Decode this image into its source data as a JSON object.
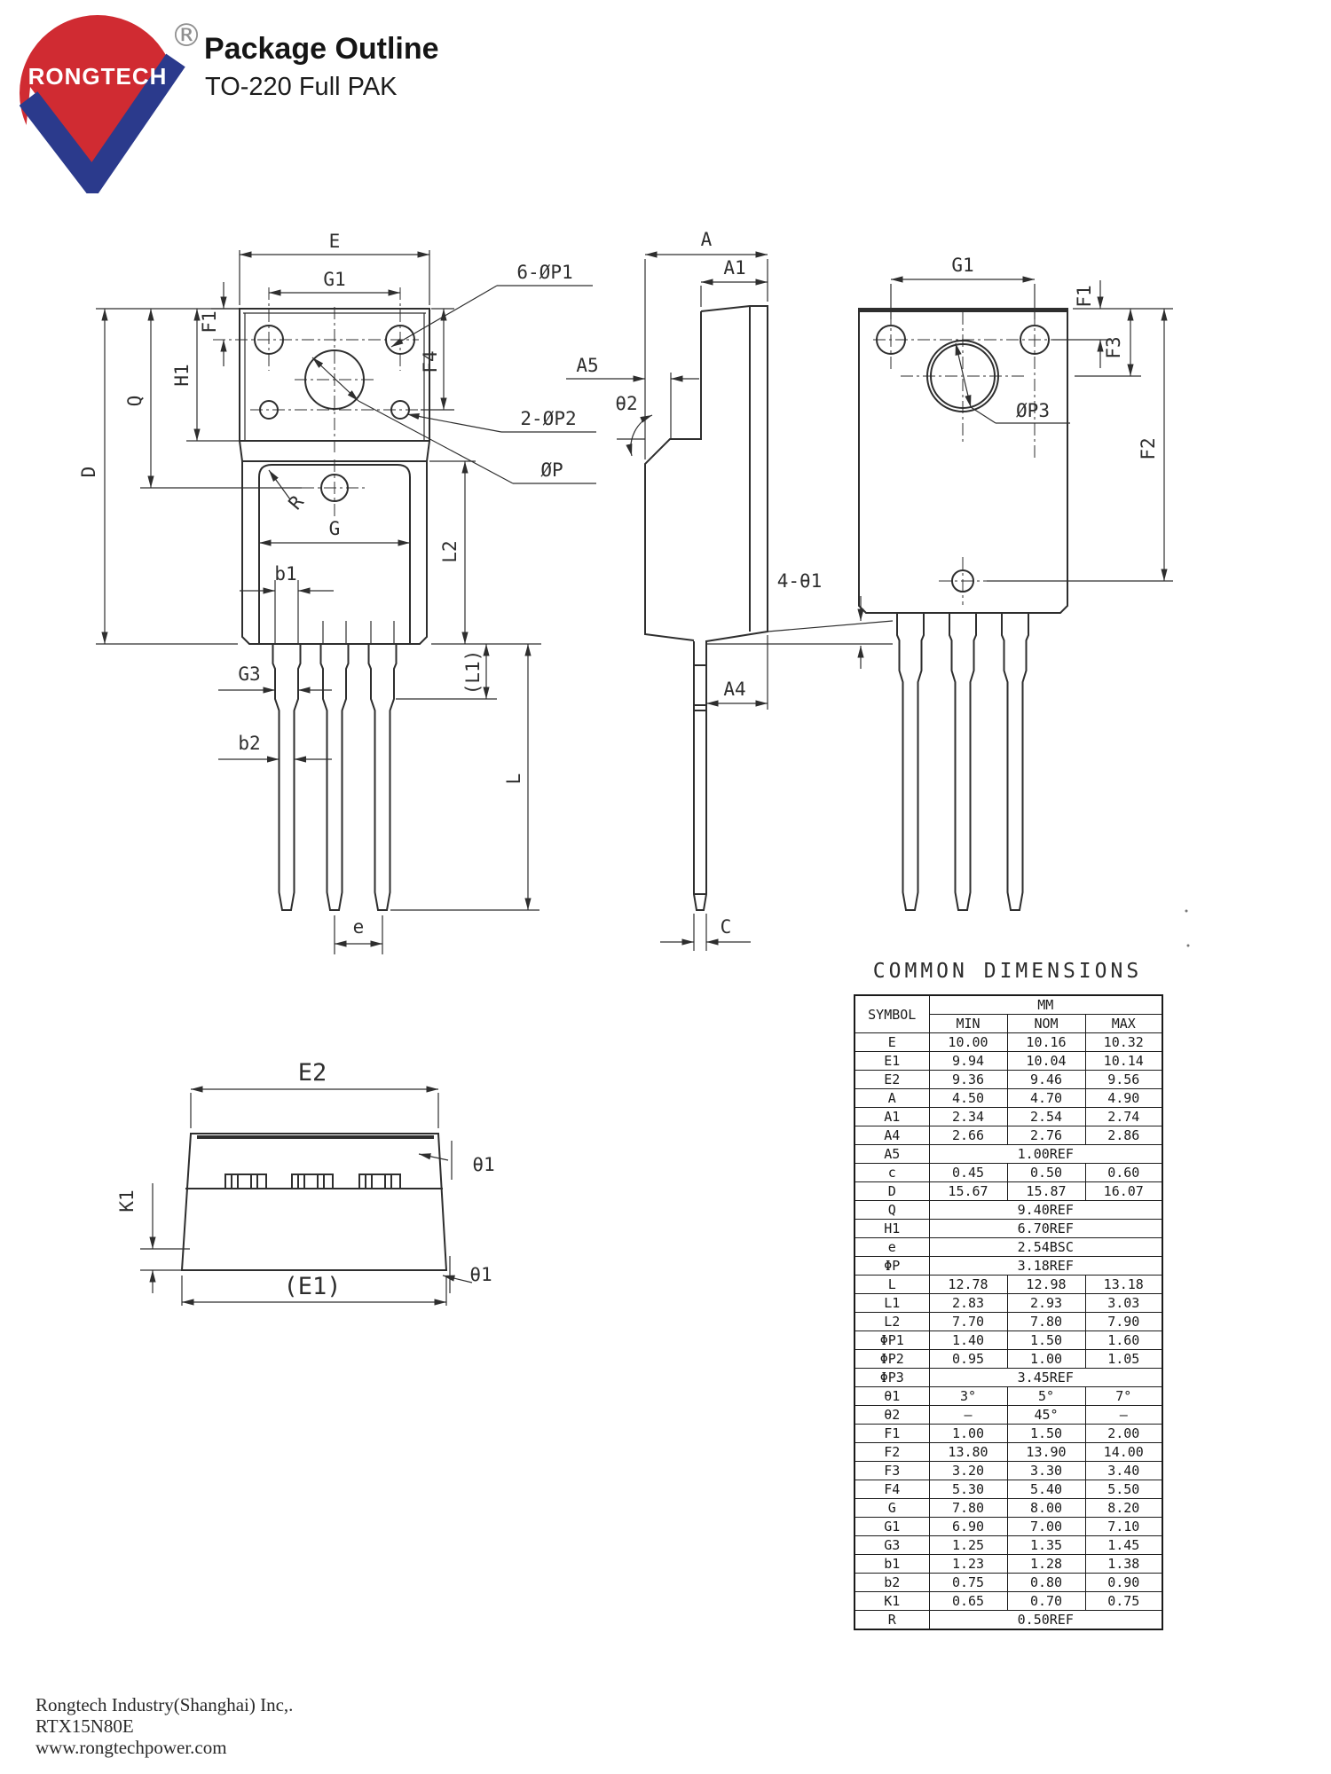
{
  "header": {
    "logo_text": "RONGTECH",
    "registered_mark": "®",
    "title": "Package Outline",
    "subtitle": "TO-220 Full PAK"
  },
  "colors": {
    "logo_red": "#d02b32",
    "logo_blue": "#2b3a8c",
    "line": "#2e2e2e"
  },
  "drawing": {
    "labels": {
      "e": "E",
      "g1": "G1",
      "p1": "6-ØP1",
      "f1": "F1",
      "h1": "H1",
      "q": "Q",
      "d": "D",
      "f4": "F4",
      "p2": "2-ØP2",
      "p": "ØP",
      "r": "R",
      "g": "G",
      "b1": "b1",
      "l2": "L2",
      "l1": "(L1)",
      "g3": "G3",
      "b2": "b2",
      "l": "L",
      "e_pitch": "e",
      "a": "A",
      "a1": "A1",
      "a5": "A5",
      "theta2": "θ2",
      "four_theta1": "4-θ1",
      "a4": "A4",
      "c": "C",
      "g1_back": "G1",
      "f1_back": "F1",
      "f3": "F3",
      "p3": "ØP3",
      "f2": "F2",
      "e2": "E2",
      "k1": "K1",
      "theta1_top": "θ1",
      "theta1_bottom": "θ1",
      "e1": "(E1)"
    }
  },
  "table": {
    "title": "COMMON DIMENSIONS",
    "columns": {
      "symbol": "SYMBOL",
      "unit_group": "MM",
      "min": "MIN",
      "nom": "NOM",
      "max": "MAX"
    },
    "rows": [
      {
        "symbol": "E",
        "min": "10.00",
        "nom": "10.16",
        "max": "10.32"
      },
      {
        "symbol": "E1",
        "min": "9.94",
        "nom": "10.04",
        "max": "10.14"
      },
      {
        "symbol": "E2",
        "min": "9.36",
        "nom": "9.46",
        "max": "9.56"
      },
      {
        "symbol": "A",
        "min": "4.50",
        "nom": "4.70",
        "max": "4.90"
      },
      {
        "symbol": "A1",
        "min": "2.34",
        "nom": "2.54",
        "max": "2.74"
      },
      {
        "symbol": "A4",
        "min": "2.66",
        "nom": "2.76",
        "max": "2.86"
      },
      {
        "symbol": "A5",
        "span": "1.00REF"
      },
      {
        "symbol": "c",
        "min": "0.45",
        "nom": "0.50",
        "max": "0.60"
      },
      {
        "symbol": "D",
        "min": "15.67",
        "nom": "15.87",
        "max": "16.07"
      },
      {
        "symbol": "Q",
        "span": "9.40REF"
      },
      {
        "symbol": "H1",
        "span": "6.70REF"
      },
      {
        "symbol": "e",
        "span": "2.54BSC"
      },
      {
        "symbol": "ΦP",
        "span": "3.18REF"
      },
      {
        "symbol": "L",
        "min": "12.78",
        "nom": "12.98",
        "max": "13.18"
      },
      {
        "symbol": "L1",
        "min": "2.83",
        "nom": "2.93",
        "max": "3.03"
      },
      {
        "symbol": "L2",
        "min": "7.70",
        "nom": "7.80",
        "max": "7.90"
      },
      {
        "symbol": "ΦP1",
        "min": "1.40",
        "nom": "1.50",
        "max": "1.60"
      },
      {
        "symbol": "ΦP2",
        "min": "0.95",
        "nom": "1.00",
        "max": "1.05"
      },
      {
        "symbol": "ΦP3",
        "span": "3.45REF"
      },
      {
        "symbol": "θ1",
        "min": "3°",
        "nom": "5°",
        "max": "7°"
      },
      {
        "symbol": "θ2",
        "min": "–",
        "nom": "45°",
        "max": "–"
      },
      {
        "symbol": "F1",
        "min": "1.00",
        "nom": "1.50",
        "max": "2.00"
      },
      {
        "symbol": "F2",
        "min": "13.80",
        "nom": "13.90",
        "max": "14.00"
      },
      {
        "symbol": "F3",
        "min": "3.20",
        "nom": "3.30",
        "max": "3.40"
      },
      {
        "symbol": "F4",
        "min": "5.30",
        "nom": "5.40",
        "max": "5.50"
      },
      {
        "symbol": "G",
        "min": "7.80",
        "nom": "8.00",
        "max": "8.20"
      },
      {
        "symbol": "G1",
        "min": "6.90",
        "nom": "7.00",
        "max": "7.10"
      },
      {
        "symbol": "G3",
        "min": "1.25",
        "nom": "1.35",
        "max": "1.45"
      },
      {
        "symbol": "b1",
        "min": "1.23",
        "nom": "1.28",
        "max": "1.38"
      },
      {
        "symbol": "b2",
        "min": "0.75",
        "nom": "0.80",
        "max": "0.90"
      },
      {
        "symbol": "K1",
        "min": "0.65",
        "nom": "0.70",
        "max": "0.75"
      },
      {
        "symbol": "R",
        "span": "0.50REF"
      }
    ]
  },
  "footer": {
    "company": "Rongtech Industry(Shanghai) Inc,.",
    "part_number": "RTX15N80E",
    "website": "www.rongtechpower.com"
  }
}
